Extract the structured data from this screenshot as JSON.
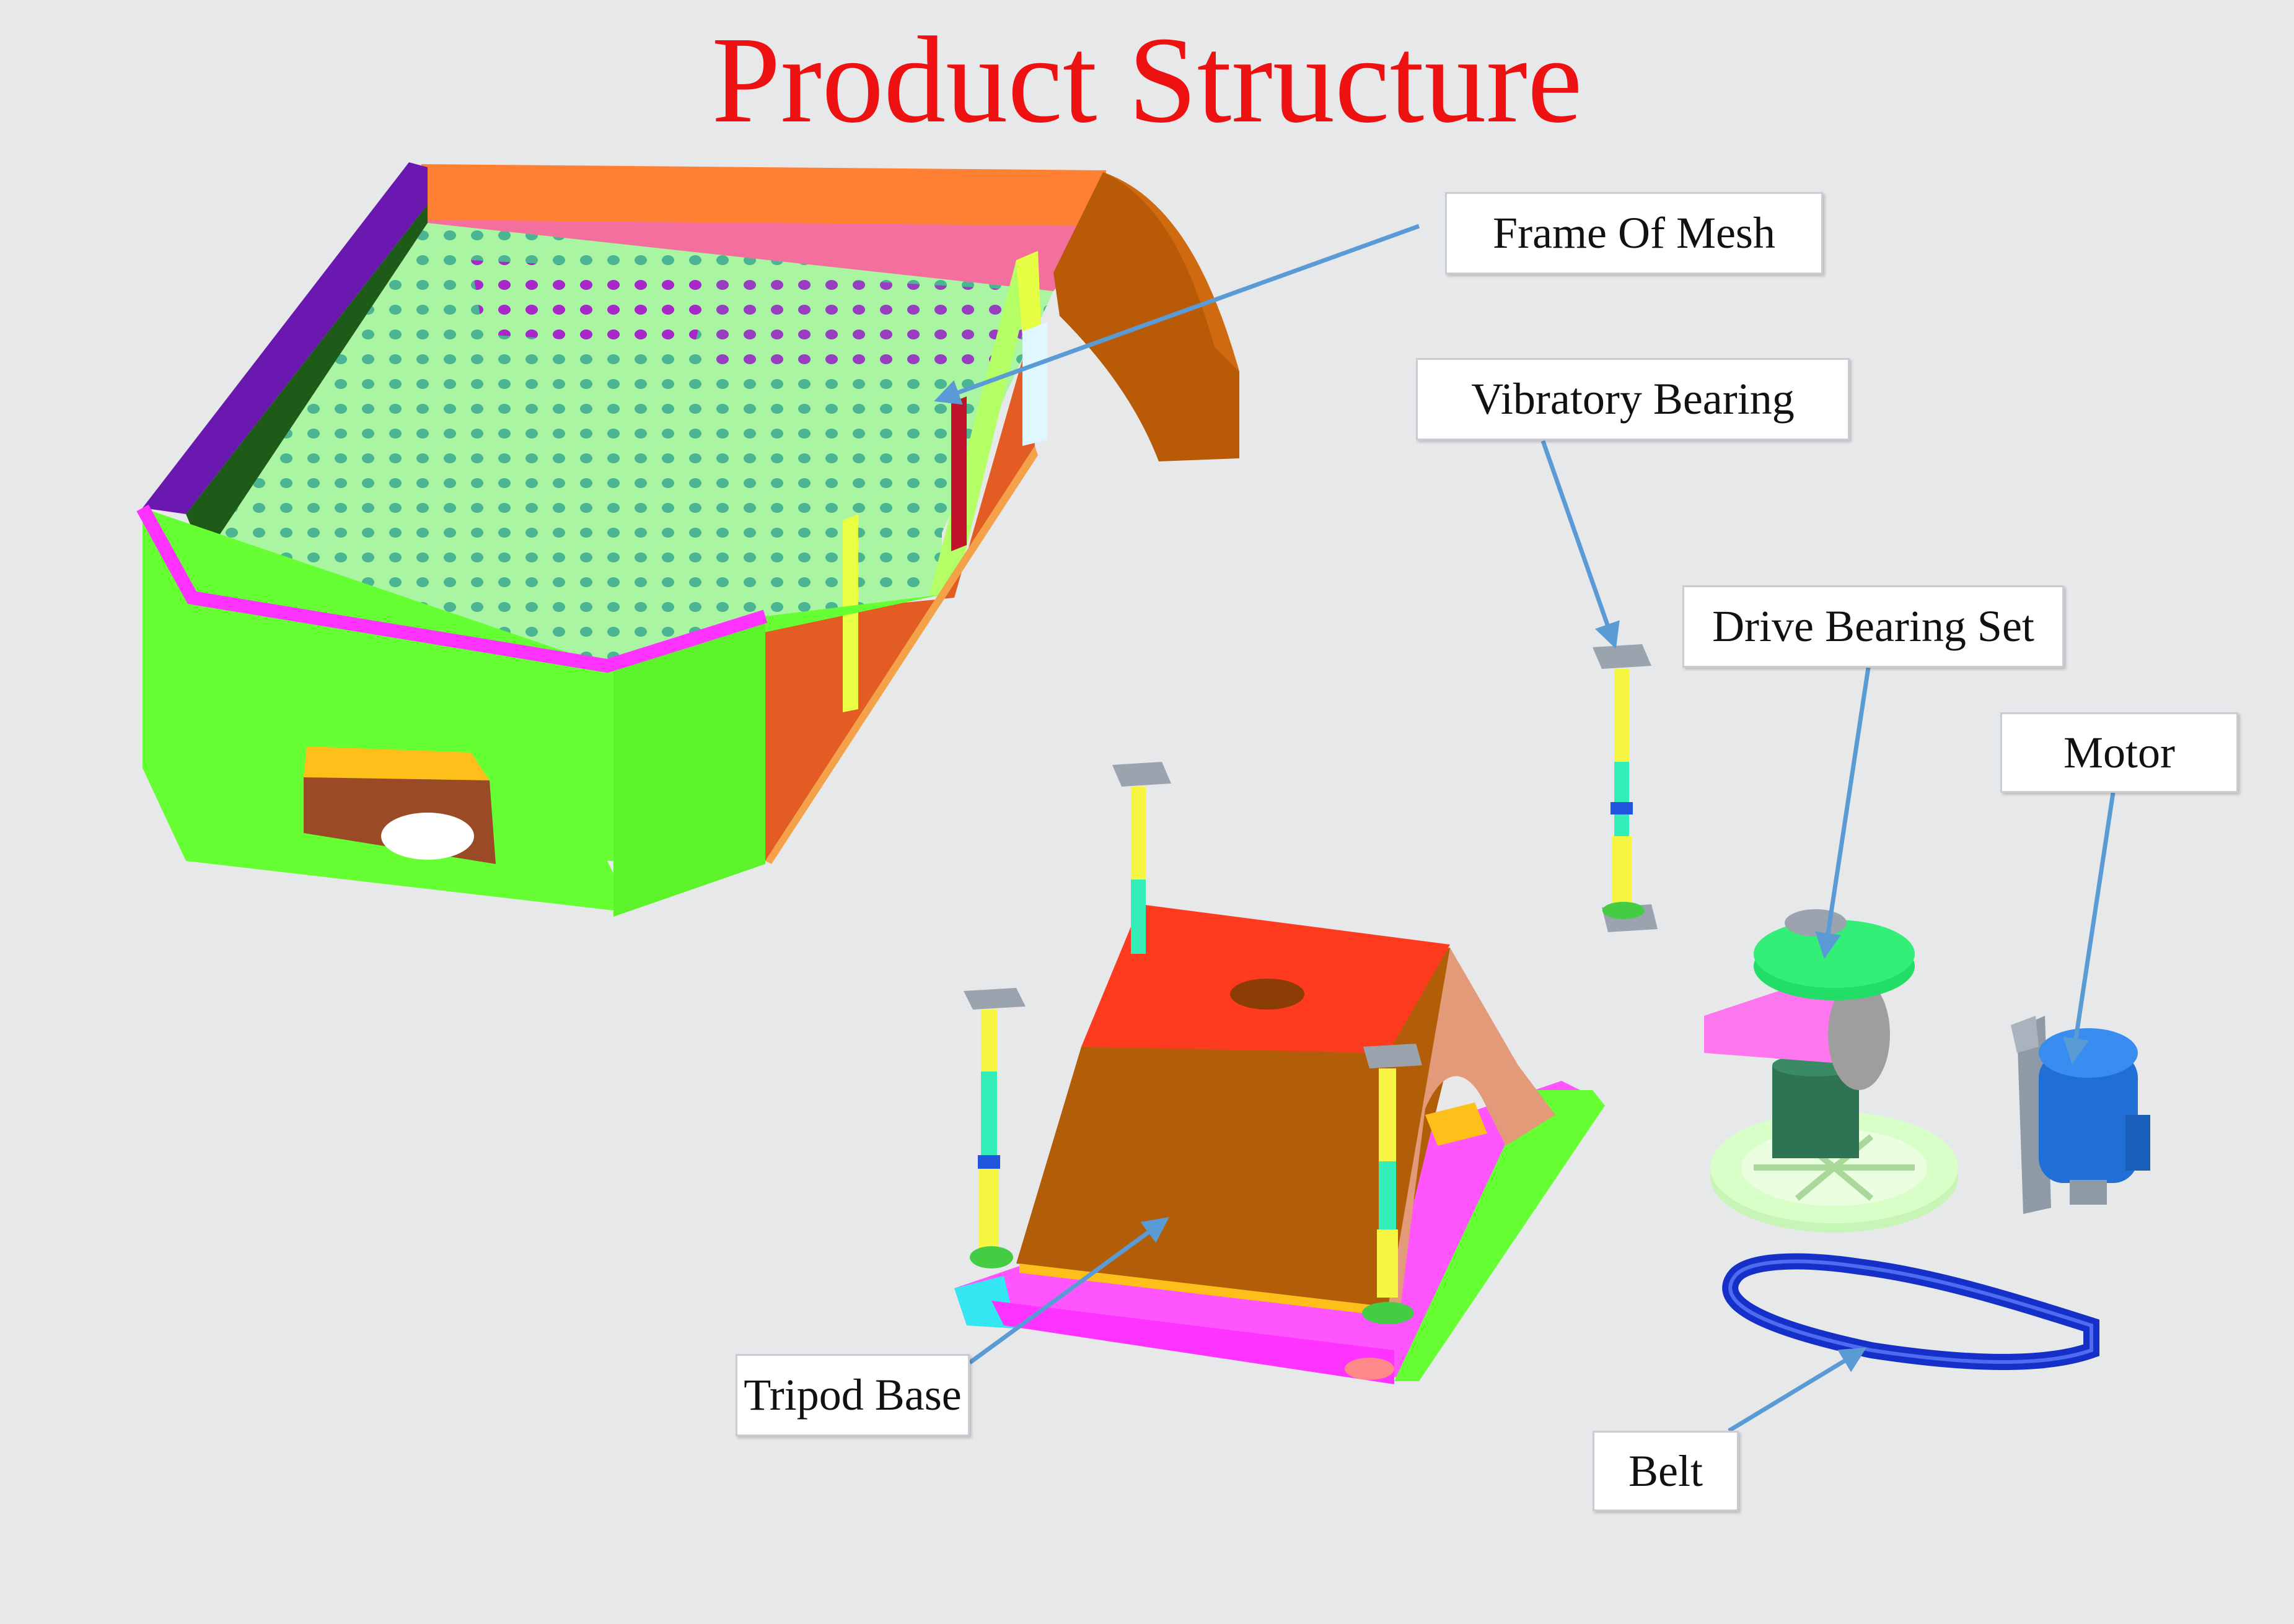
{
  "diagram": {
    "title": "Product Structure",
    "labels": {
      "frame_of_mesh": "Frame Of Mesh",
      "vibratory_bearing": "Vibratory Bearing",
      "drive_bearing_set": "Drive Bearing Set",
      "motor": "Motor",
      "tripod_base": "Tripod Base",
      "belt": "Belt"
    },
    "colors": {
      "title": "#ee1111",
      "arrow": "#5b9bd5",
      "background": "#e7e8ea",
      "frame_green": "#66ff33",
      "mesh_light": "#aaf5a0",
      "frame_orange": "#e25c24",
      "tripod_top": "#ff3b1f",
      "tripod_body": "#b25e08",
      "motor_blue": "#1f6fd6",
      "belt_blue": "#1530c8"
    }
  }
}
